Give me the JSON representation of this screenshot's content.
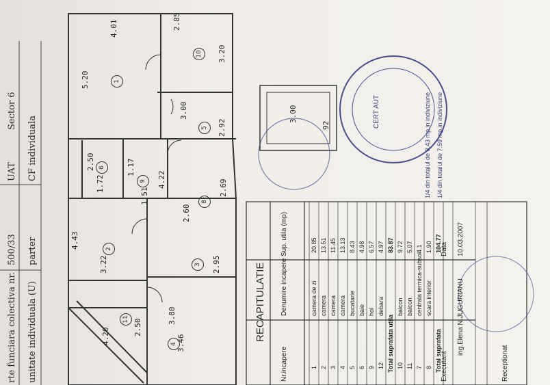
{
  "header": {
    "col1_label": "rte funciara colectiva nr.",
    "col1_value": "500/33",
    "col2_label": "unitate individuala (U)",
    "col2_value": "parter",
    "uat_label": "UAT",
    "uat_value": "Sector 6",
    "cf_label": "CF individuala"
  },
  "plan": {
    "dims": {
      "d401": "4.01",
      "d285": "2.85",
      "d520": "5.20",
      "d320": "3.20",
      "d300a": "3.00",
      "d292": "2.92",
      "d250": "2.50",
      "d172": "1.72",
      "d117": "1.17",
      "d422": "4.22",
      "d151": "1.51",
      "d269": "2.69",
      "d260": "2.60",
      "d443": "4.43",
      "d322": "3.22",
      "d295": "2.95",
      "d420": "4.20",
      "d250b": "2.50",
      "d346": "3.46",
      "d380": "3.80",
      "d300b": "3.00",
      "d92": "92"
    },
    "rooms": [
      "1",
      "10",
      "5",
      "6",
      "9",
      "8",
      "2",
      "3",
      "11",
      "4"
    ]
  },
  "stamp": {
    "line1": "1/4 din totalul de 8.43 mp.in indiviziune",
    "line2": "1/4 din totalul de 7.59 mp.in indiviziune",
    "ring": "CERT AUT"
  },
  "table": {
    "title": "RECAPITULATIE",
    "headers": [
      "Nr.incapere",
      "Denumire incapere",
      "Sup. utila (mp)"
    ],
    "rows": [
      {
        "nr": "1",
        "name": "camera de zi",
        "area": "20.85"
      },
      {
        "nr": "2",
        "name": "camera",
        "area": "13.51"
      },
      {
        "nr": "3",
        "name": "camera",
        "area": "11.45"
      },
      {
        "nr": "4",
        "name": "camera",
        "area": "13.13"
      },
      {
        "nr": "5",
        "name": "bucatarie",
        "area": "8.43"
      },
      {
        "nr": "6",
        "name": "baie",
        "area": "4.98"
      },
      {
        "nr": "9",
        "name": "hol",
        "area": "6.57"
      },
      {
        "nr": "12",
        "name": "debara",
        "area": "4.97"
      }
    ],
    "total_utila_label": "Total suprafata utila",
    "total_utila": "83.87",
    "rows2": [
      {
        "nr": "10",
        "name": "balcon",
        "area": "9.72"
      },
      {
        "nr": "11",
        "name": "balcon",
        "area": "5.07"
      },
      {
        "nr": "7",
        "name": "centrala termica-subsol",
        "area": "4.1"
      },
      {
        "nr": "8",
        "name": "scara interior",
        "area": "1.90"
      }
    ],
    "total_label": "Total suprafata",
    "total": "104.77",
    "executant_label": "Executant",
    "data_label": "Data",
    "executant": "ing.Elena N.JUGURIANU",
    "date": "10.03.2007",
    "receptionat_label": "Receptionat"
  }
}
